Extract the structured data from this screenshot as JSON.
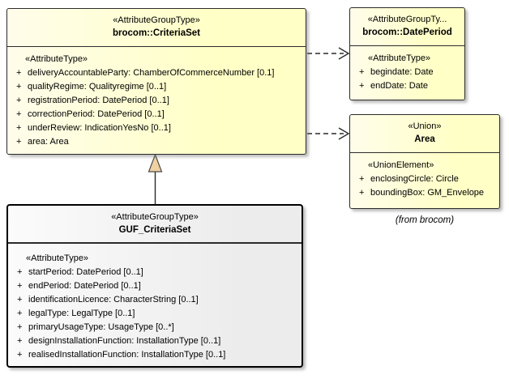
{
  "diagram": {
    "caption": "(from brocom)"
  },
  "colors": {
    "class_fill": "#ffffc6",
    "class_fill_light": "#fffdea",
    "highlight_fill": "#ececec",
    "border": "#2b2b2b",
    "generalization_triangle_fill": "#f0d2a2"
  },
  "classes": {
    "criteriaSet": {
      "stereotype": "«AttributeGroupType»",
      "name": "brocom::CriteriaSet",
      "section_stereotype": "«AttributeType»",
      "attributes": [
        {
          "vis": "+",
          "text": "deliveryAccountableParty: ChamberOfCommerceNumber [0.1]"
        },
        {
          "vis": "+",
          "text": "qualityRegime: Qualityregime [0..1]"
        },
        {
          "vis": "+",
          "text": "registrationPeriod: DatePeriod [0..1]"
        },
        {
          "vis": "+",
          "text": "correctionPeriod: DatePeriod [0..1]"
        },
        {
          "vis": "+",
          "text": "underReview: IndicationYesNo [0..1]"
        },
        {
          "vis": "+",
          "text": "area: Area"
        }
      ]
    },
    "datePeriod": {
      "stereotype": "«AttributeGroupTy...",
      "name": "brocom::DatePeriod",
      "section_stereotype": "«AttributeType»",
      "attributes": [
        {
          "vis": "+",
          "text": "begindate: Date"
        },
        {
          "vis": "+",
          "text": "endDate: Date"
        }
      ]
    },
    "area": {
      "stereotype": "«Union»",
      "name": "Area",
      "section_stereotype": "«UnionElement»",
      "attributes": [
        {
          "vis": "+",
          "text": "enclosingCircle: Circle"
        },
        {
          "vis": "+",
          "text": "boundingBox: GM_Envelope"
        }
      ]
    },
    "gufCriteriaSet": {
      "stereotype": "«AttributeGroupType»",
      "name": "GUF_CriteriaSet",
      "section_stereotype": "«AttributeType»",
      "attributes": [
        {
          "vis": "+",
          "text": "startPeriod: DatePeriod [0..1]"
        },
        {
          "vis": "+",
          "text": "endPeriod: DatePeriod [0..1]"
        },
        {
          "vis": "+",
          "text": "identificationLicence: CharacterString [0..1]"
        },
        {
          "vis": "+",
          "text": "legalType: LegalType [0..1]"
        },
        {
          "vis": "+",
          "text": "primaryUsageType: UsageType [0..*]"
        },
        {
          "vis": "+",
          "text": "designInstallationFunction: InstallationType [0..1]"
        },
        {
          "vis": "+",
          "text": "realisedInstallationFunction: InstallationType [0..1]"
        }
      ]
    }
  },
  "connectors": [
    {
      "type": "dependency",
      "from": "brocom::CriteriaSet",
      "to": "brocom::DatePeriod",
      "style": "dashed-open-arrow"
    },
    {
      "type": "dependency",
      "from": "brocom::CriteriaSet",
      "to": "Area",
      "style": "dashed-open-arrow"
    },
    {
      "type": "generalization",
      "from": "GUF_CriteriaSet",
      "to": "brocom::CriteriaSet",
      "style": "solid-hollow-triangle"
    }
  ]
}
